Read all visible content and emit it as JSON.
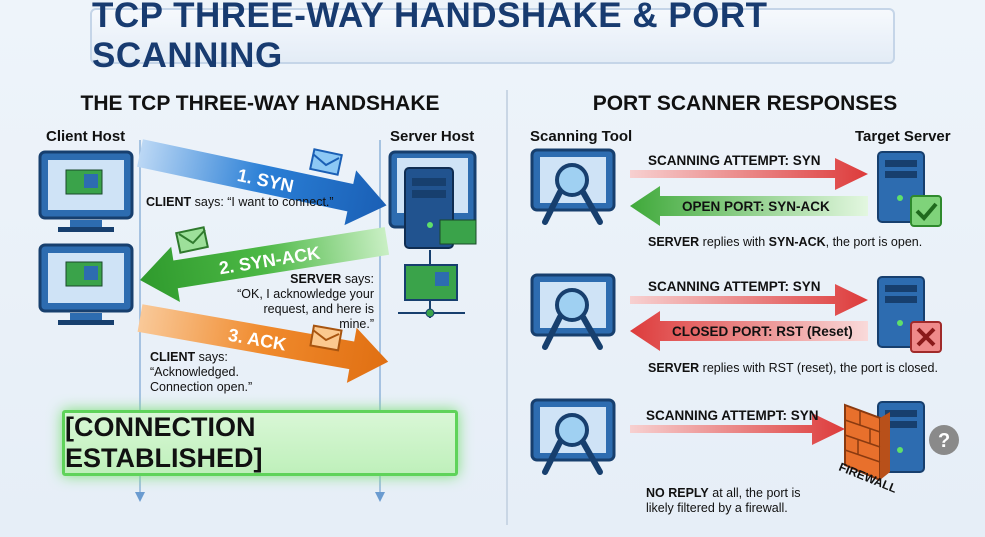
{
  "title": "TCP THREE-WAY HANDSHAKE & PORT SCANNING",
  "left": {
    "heading": "THE TCP THREE-WAY HANDSHAKE",
    "client_label": "Client Host",
    "server_label": "Server Host",
    "steps": [
      {
        "label": "1. SYN",
        "speaker": "CLIENT",
        "says": " says: “I want to connect.”",
        "color": "#1f6fc9"
      },
      {
        "label": "2. SYN-ACK",
        "speaker": "SERVER",
        "says": " says:",
        "quote": "“OK, I acknowledge your request, and here is mine.”",
        "color": "#3fae3a"
      },
      {
        "label": "3. ACK",
        "speaker": "CLIENT",
        "says": " says:",
        "quote": "“Acknowledged. Connection open.”",
        "color": "#ee7d1e"
      }
    ],
    "established": "[CONNECTION ESTABLISHED]"
  },
  "right": {
    "heading": "PORT SCANNER RESPONSES",
    "tool_label": "Scanning Tool",
    "target_label": "Target Server",
    "scenarios": [
      {
        "attempt": "SCANNING ATTEMPT: SYN",
        "reply": "OPEN PORT: SYN-ACK",
        "cap_bold": "SERVER",
        "cap_mid": " replies with ",
        "cap_bold2": "SYN-ACK",
        "cap_end": ", the port is open."
      },
      {
        "attempt": "SCANNING ATTEMPT: SYN",
        "reply": "CLOSED PORT: RST (Reset)",
        "cap_bold": "SERVER",
        "cap_end": " replies with RST (reset), the port is closed."
      },
      {
        "attempt": "SCANNING ATTEMPT: SYN",
        "firewall": "FIREWALL",
        "cap_bold": "NO REPLY",
        "cap_end": " at all, the port is likely filtered by a firewall."
      }
    ]
  }
}
